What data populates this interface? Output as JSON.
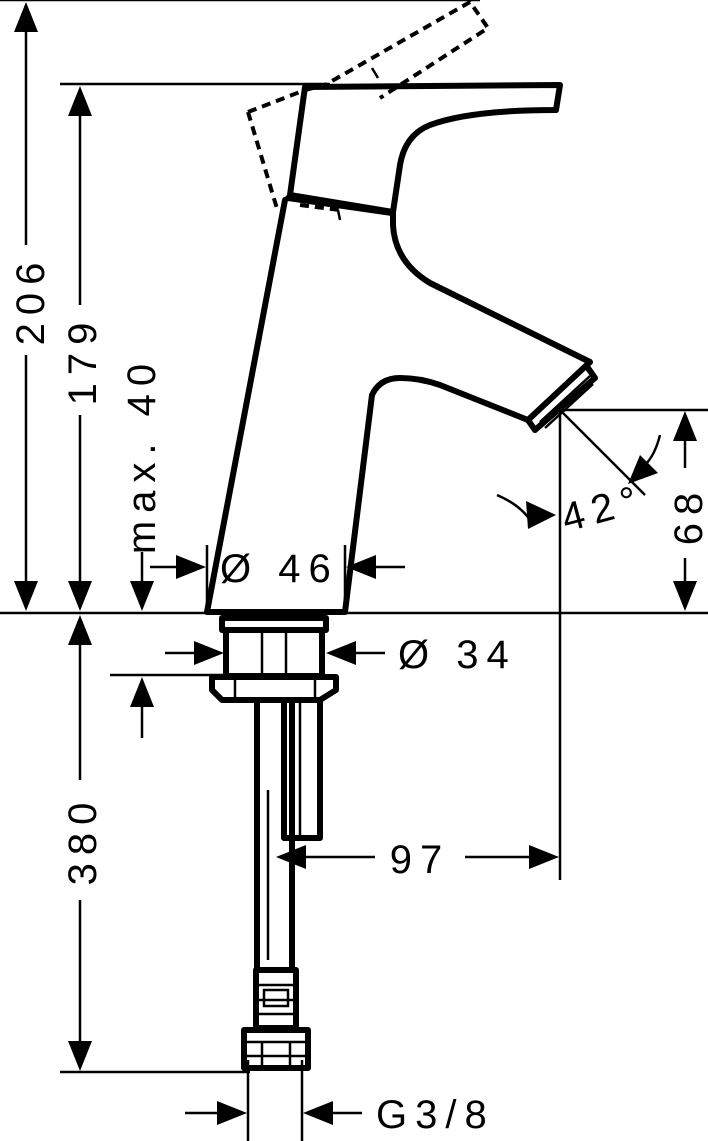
{
  "dimensions": {
    "total_height": "206",
    "spout_height": "179",
    "max_deck": "max. 40",
    "base_diameter": "Ø 46",
    "shank_diameter": "Ø 34",
    "spout_clearance": "68",
    "spray_angle": "42°",
    "spout_reach": "97",
    "hose_length": "380",
    "connection": "G3/8"
  }
}
